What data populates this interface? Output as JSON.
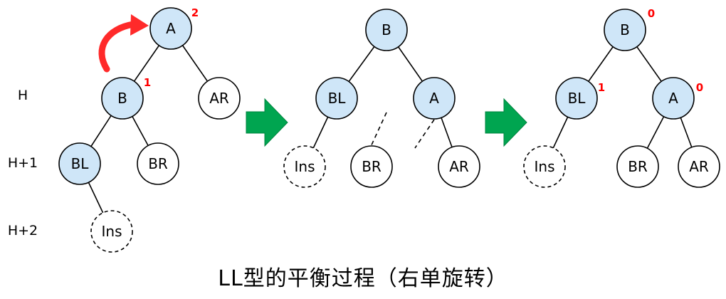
{
  "caption": "LL型的平衡过程（右单旋转）",
  "level_labels": [
    "H",
    "H+1",
    "H+2"
  ],
  "colors": {
    "node_fill": "#cfe6f8",
    "arrow_green": "#00a550",
    "rotate_red": "#ff2a2a",
    "balance_red": "#ff0000"
  },
  "icons": {
    "rotation": "curved-arrow-icon",
    "step": "right-arrow-icon"
  },
  "trees": {
    "before": {
      "nodes": {
        "A": "A",
        "B": "B",
        "AR": "AR",
        "BL": "BL",
        "BR": "BR",
        "Ins": "Ins"
      },
      "balance": {
        "A": "2",
        "B": "1"
      }
    },
    "middle": {
      "nodes": {
        "B": "B",
        "BL": "BL",
        "A": "A",
        "Ins": "Ins",
        "BR": "BR",
        "AR": "AR"
      }
    },
    "after": {
      "nodes": {
        "B": "B",
        "BL": "BL",
        "A": "A",
        "Ins": "Ins",
        "BR": "BR",
        "AR": "AR"
      },
      "balance": {
        "B": "0",
        "BL": "1",
        "A": "0"
      }
    }
  }
}
